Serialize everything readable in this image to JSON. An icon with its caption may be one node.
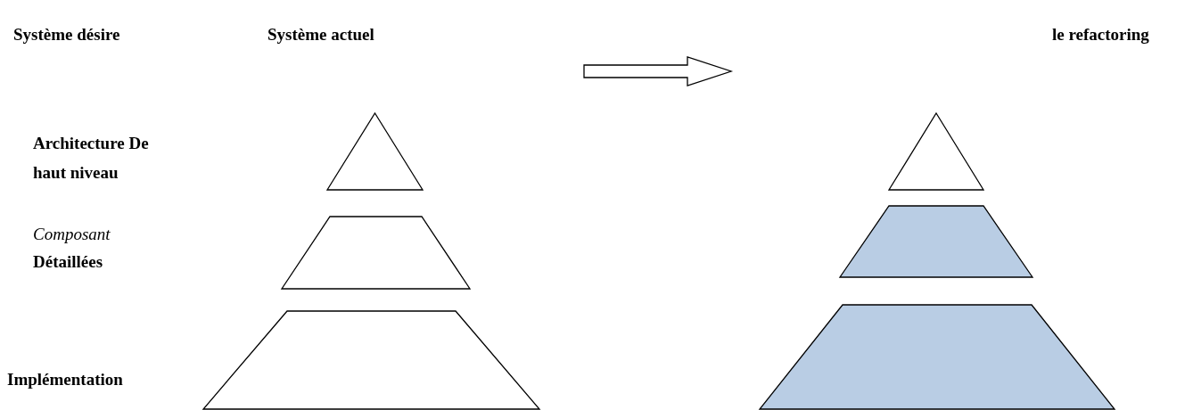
{
  "diagram": {
    "nodes": [
      {
        "text": [],
        "shape": "triangle"
      },
      {
        "text": [],
        "shape": "trapezoid"
      },
      {
        "text": [],
        "shape": "trapezoid"
      },
      {
        "text": [],
        "shape": "triangle"
      },
      {
        "text": [],
        "shape": "trapezoid"
      },
      {
        "text": [],
        "shape": "trapezoid"
      }
    ],
    "edges": [],
    "labels": [
      "Système désire",
      "Système actuel",
      "le refactoring",
      "Architecture De haut niveau",
      "Composant",
      "Détaillées",
      "Implémentation"
    ]
  }
}
